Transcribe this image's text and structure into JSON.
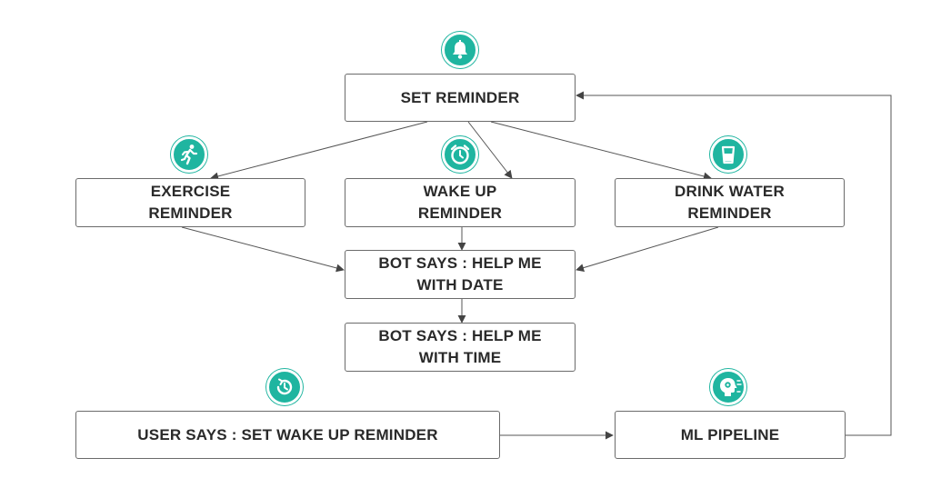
{
  "colors": {
    "icon_bg": "#1fb5a0",
    "line": "#444444",
    "box_border": "#6b6b6b",
    "text": "#2a2a2a"
  },
  "nodes": {
    "set_reminder": "SET REMINDER",
    "exercise": "EXERCISE\nREMINDER",
    "wake_up": "WAKE UP\nREMINDER",
    "drink_water": "DRINK WATER\nREMINDER",
    "bot_date": "BOT SAYS : HELP ME\nWITH DATE",
    "bot_time": "BOT SAYS : HELP ME\nWITH TIME",
    "user_says": "USER SAYS : SET WAKE UP REMINDER",
    "ml_pipeline": "ML PIPELINE"
  },
  "icons": {
    "set_reminder": "bell-icon",
    "exercise": "running-person-icon",
    "wake_up": "alarm-clock-icon",
    "drink_water": "water-glass-icon",
    "user_says": "timer-icon",
    "ml_pipeline": "ai-head-icon"
  }
}
